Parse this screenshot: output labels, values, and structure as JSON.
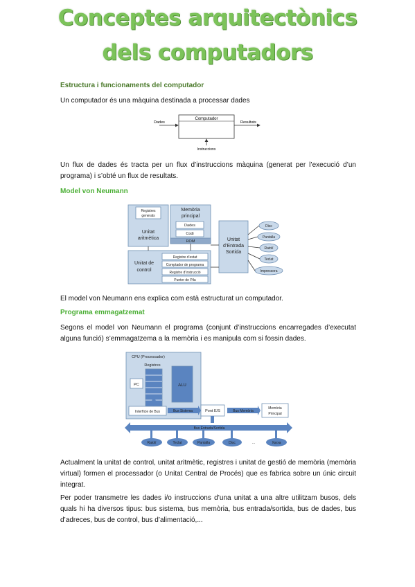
{
  "title": {
    "line1": "Conceptes arquitectònics",
    "line2": "dels computadors"
  },
  "section1": {
    "heading": "Estructura i funcionaments del computador",
    "intro": "Un computador és una màquina destinada a processar dades",
    "diagram": {
      "input": "Dades",
      "box": "Computador",
      "output": "Resultats",
      "control": "Instruccions"
    },
    "text": "Un flux de dades és tracta per un flux d’instruccions màquina (generat per l’execució d’un programa) i s’obté un flux de resultats."
  },
  "section2": {
    "heading": "Model von Neumann",
    "diagram": {
      "registers": [
        "Registres",
        "generals"
      ],
      "alu": [
        "Unitat",
        "aritmètica"
      ],
      "memory_title": [
        "Memòria",
        "principal"
      ],
      "memory_items": [
        "Dades",
        "Codi",
        "ROM"
      ],
      "control": [
        "Unitat de",
        "control"
      ],
      "control_regs": [
        "Registre d’estat",
        "Comptador de programa",
        "Registre d’instrucció",
        "Punter de Pila"
      ],
      "io": [
        "Unitat",
        "d’Entrada",
        "Sortida"
      ],
      "devices": [
        "Disc",
        "Pantalla",
        "Ratolí",
        "Teclat",
        "Impressora"
      ]
    },
    "text": "El model von Neumann ens explica com està estructurat un computador."
  },
  "section3": {
    "heading": "Programa emmagatzemat",
    "text": "Segons el model von Neumann el programa (conjunt d’instruccions encarregades d’executat alguna funció) s’emmagatzema a la memòria i es manipula com si fossin dades.",
    "diagram": {
      "cpu": "CPU (Processador)",
      "registers": "Registres",
      "pc": "PC",
      "alu": "ALU",
      "bus_interface": "Interfície de Bus",
      "system_bus": "Bus Sistema",
      "bridge": "Pont E/S",
      "memory_bus": "Bus Memòria",
      "main_memory": [
        "Memòria",
        "Principal"
      ],
      "io_bus": "Bus Entrada/Sortida",
      "devices": [
        "Ratolí",
        "Teclat",
        "Pantalla",
        "Disc",
        "...",
        "Xarxa"
      ]
    }
  },
  "paragraphs": {
    "p1": "Actualment la unitat de control, unitat aritmètic, registres i unitat de gestió de memòria (memòria virtual) formen el processador (o Unitat Central de Procés) que es fabrica sobre un únic circuit integrat.",
    "p2": "Per poder transmetre les dades i/o instruccions d’una unitat a una altre utilitzam busos, dels quals hi ha diversos tipus: bus sistema, bus memòria, bus entrada/sortida, bus de dades, bus d’adreces, bus de control, bus d’alimentació,..."
  },
  "colors": {
    "title": "#7cc35a",
    "heading_dark": "#4b7a2b",
    "heading_bright": "#4caf36",
    "diagram_fill": "#c9d9ea",
    "diagram_stroke": "#6f8fb3"
  }
}
